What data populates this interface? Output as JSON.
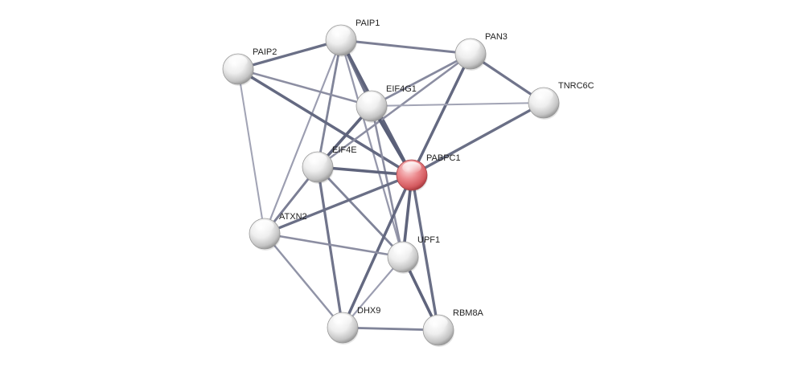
{
  "network": {
    "query_color": "#e05b60",
    "node_color": "#ffffff",
    "nodes": [
      {
        "id": "PAIP1",
        "label": "PAIP1",
        "query": false
      },
      {
        "id": "PAIP2",
        "label": "PAIP2",
        "query": false
      },
      {
        "id": "PAN3",
        "label": "PAN3",
        "query": false
      },
      {
        "id": "EIF4G1",
        "label": "EIF4G1",
        "query": false
      },
      {
        "id": "TNRC6C",
        "label": "TNRC6C",
        "query": false
      },
      {
        "id": "EIF4E",
        "label": "EIF4E",
        "query": false
      },
      {
        "id": "PABPC1",
        "label": "PABPC1",
        "query": true
      },
      {
        "id": "ATXN2",
        "label": "ATXN2",
        "query": false
      },
      {
        "id": "UPF1",
        "label": "UPF1",
        "query": false
      },
      {
        "id": "DHX9",
        "label": "DHX9",
        "query": false
      },
      {
        "id": "RBM8A",
        "label": "RBM8A",
        "query": false
      }
    ],
    "edges": [
      {
        "source": "PAIP1",
        "target": "PAIP2",
        "strength": 0.75
      },
      {
        "source": "PAIP1",
        "target": "PAN3",
        "strength": 0.6
      },
      {
        "source": "PAIP1",
        "target": "EIF4G1",
        "strength": 0.7
      },
      {
        "source": "PAIP1",
        "target": "PABPC1",
        "strength": 0.85
      },
      {
        "source": "PAIP1",
        "target": "EIF4E",
        "strength": 0.55
      },
      {
        "source": "PAIP1",
        "target": "ATXN2",
        "strength": 0.3
      },
      {
        "source": "PAIP1",
        "target": "UPF1",
        "strength": 0.35
      },
      {
        "source": "PAIP2",
        "target": "EIF4G1",
        "strength": 0.45
      },
      {
        "source": "PAIP2",
        "target": "PABPC1",
        "strength": 0.8
      },
      {
        "source": "PAIP2",
        "target": "ATXN2",
        "strength": 0.25
      },
      {
        "source": "PAN3",
        "target": "TNRC6C",
        "strength": 0.7
      },
      {
        "source": "PAN3",
        "target": "PABPC1",
        "strength": 0.8
      },
      {
        "source": "PAN3",
        "target": "EIF4G1",
        "strength": 0.5
      },
      {
        "source": "PAN3",
        "target": "EIF4E",
        "strength": 0.45
      },
      {
        "source": "EIF4G1",
        "target": "TNRC6C",
        "strength": 0.25
      },
      {
        "source": "EIF4G1",
        "target": "EIF4E",
        "strength": 0.85
      },
      {
        "source": "EIF4G1",
        "target": "PABPC1",
        "strength": 0.9
      },
      {
        "source": "EIF4G1",
        "target": "UPF1",
        "strength": 0.45
      },
      {
        "source": "TNRC6C",
        "target": "PABPC1",
        "strength": 0.75
      },
      {
        "source": "EIF4E",
        "target": "PABPC1",
        "strength": 0.85
      },
      {
        "source": "EIF4E",
        "target": "ATXN2",
        "strength": 0.6
      },
      {
        "source": "EIF4E",
        "target": "UPF1",
        "strength": 0.55
      },
      {
        "source": "EIF4E",
        "target": "DHX9",
        "strength": 0.7
      },
      {
        "source": "PABPC1",
        "target": "ATXN2",
        "strength": 0.75
      },
      {
        "source": "PABPC1",
        "target": "UPF1",
        "strength": 0.85
      },
      {
        "source": "PABPC1",
        "target": "DHX9",
        "strength": 0.8
      },
      {
        "source": "PABPC1",
        "target": "RBM8A",
        "strength": 0.75
      },
      {
        "source": "ATXN2",
        "target": "UPF1",
        "strength": 0.45
      },
      {
        "source": "ATXN2",
        "target": "DHX9",
        "strength": 0.4
      },
      {
        "source": "UPF1",
        "target": "RBM8A",
        "strength": 0.85
      },
      {
        "source": "UPF1",
        "target": "DHX9",
        "strength": 0.3
      },
      {
        "source": "DHX9",
        "target": "RBM8A",
        "strength": 0.55
      }
    ]
  }
}
